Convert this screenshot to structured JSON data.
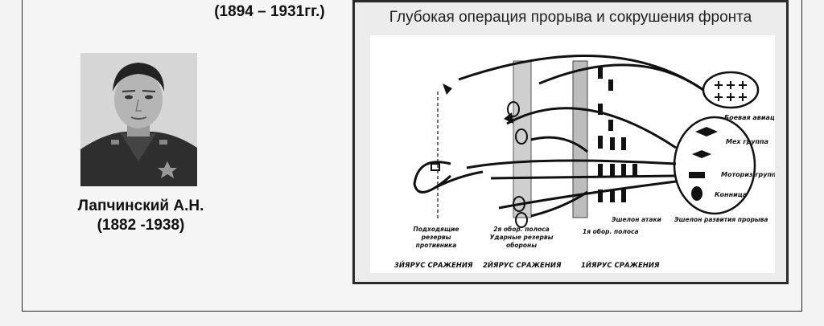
{
  "header": {
    "dates": "(1894 – 1931гг.)"
  },
  "person": {
    "name": "Лапчинский А.Н.",
    "years": "(1882 -1938)"
  },
  "diagram": {
    "title": "Глубокая операция прорыва и сокрушения фронта",
    "labels": {
      "aviation": "Боевая авиация",
      "mech_group": "Мех группа",
      "motor_group": "Моториз группа",
      "cavalry": "Конница",
      "reserves": [
        "Подходящие",
        "резервы",
        "противника"
      ],
      "second_line": [
        "2я обор. полоса",
        "Ударные резервы",
        "обороны"
      ],
      "first_line": "1я обор. полоса",
      "attack_echelon": "Эшелон атаки",
      "development_echelon": "Эшелон развития прорыва"
    },
    "tiers": {
      "third": "3ЙЯРУС СРАЖЕНИЯ",
      "second": "2ЙЯРУС СРАЖЕНИЯ",
      "first": "1ЙЯРУС СРАЖЕНИЯ"
    }
  }
}
